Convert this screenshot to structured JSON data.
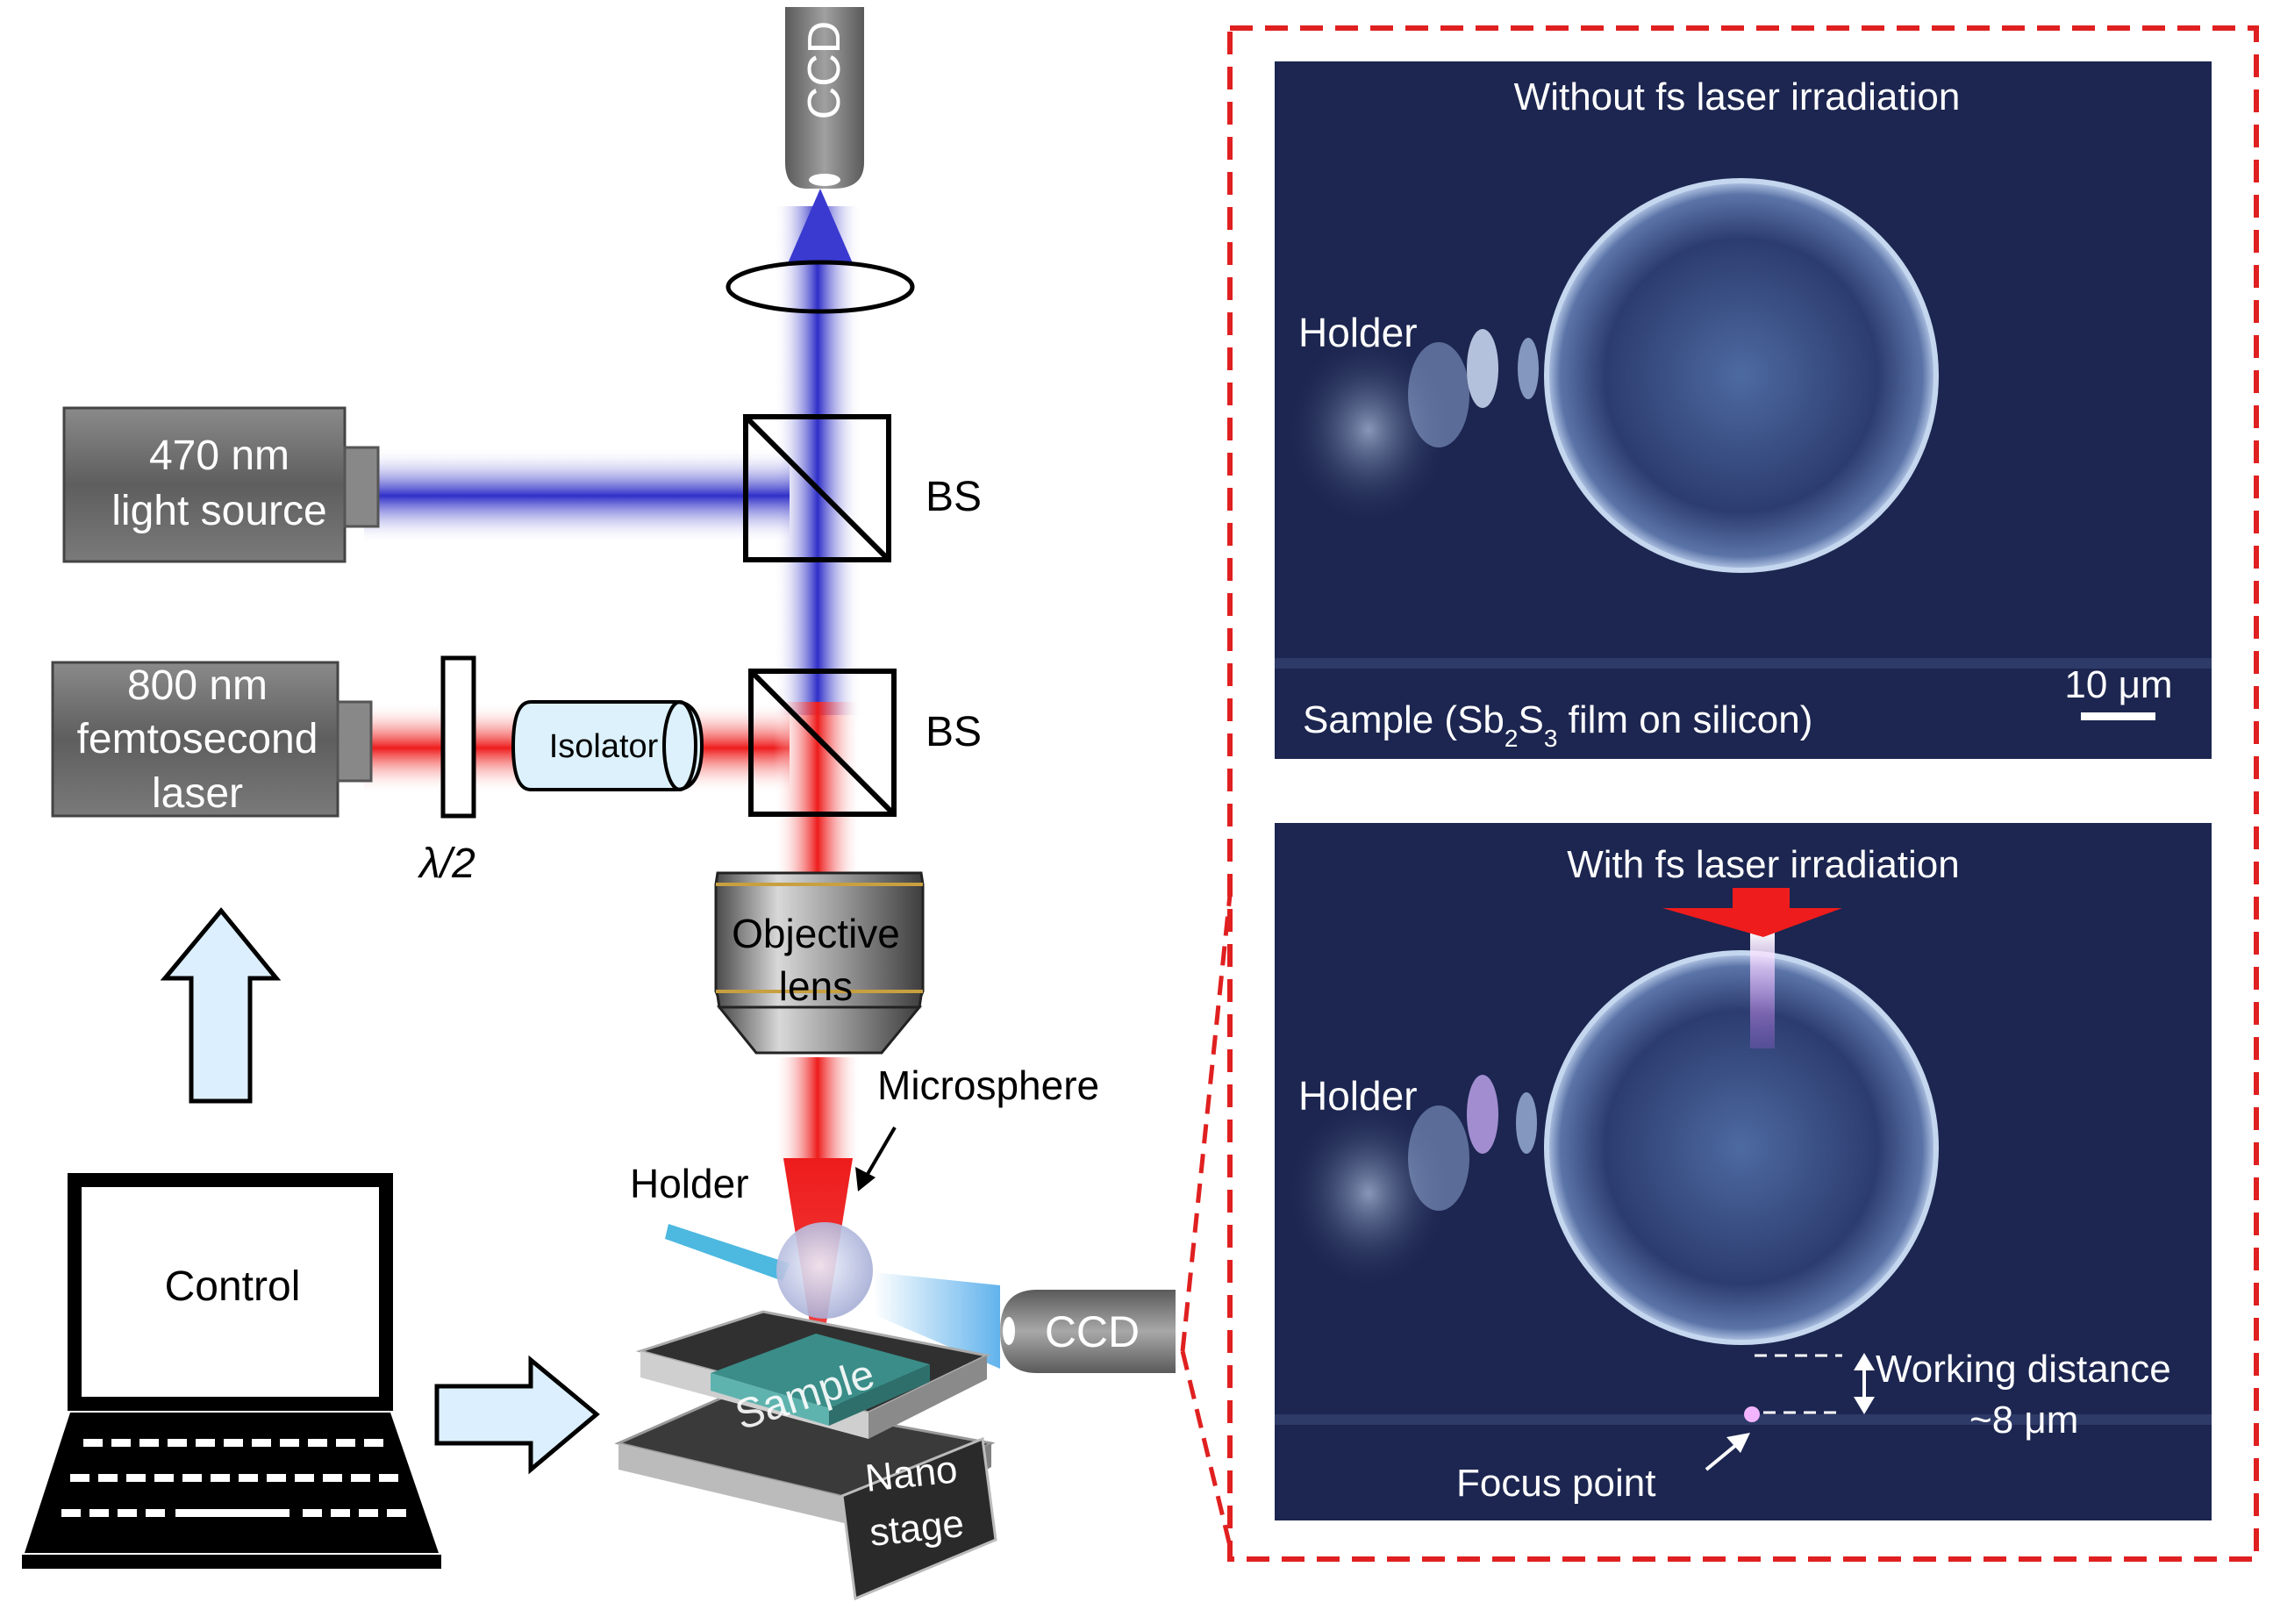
{
  "setup": {
    "ccd_top": "CCD",
    "source_470_line1": "470 nm",
    "source_470_line2": "light source",
    "laser_line1": "800 nm",
    "laser_line2": "femtosecond",
    "laser_line3": "laser",
    "half_wave": "λ/2",
    "isolator": "Isolator",
    "bs_top": "BS",
    "bs_bottom": "BS",
    "objective_line1": "Objective",
    "objective_line2": "lens",
    "microsphere": "Microsphere",
    "holder": "Holder",
    "control": "Control",
    "ccd_side": "CCD",
    "sample": "Sample",
    "nano_line1": "Nano",
    "nano_line2": "stage"
  },
  "panels": {
    "top_title": "Without fs laser irradiation",
    "top_holder": "Holder",
    "top_sample_pre": "Sample (Sb",
    "top_sample_sub1": "2",
    "top_sample_mid": "S",
    "top_sample_sub2": "3",
    "top_sample_post": " film on silicon)",
    "scale_bar": "10 μm",
    "bottom_title": "With fs laser irradiation",
    "bottom_holder": "Holder",
    "working_distance_line1": "Working distance",
    "working_distance_line2": "~8 μm",
    "focus_point": "Focus point"
  },
  "colors": {
    "blue_beam": "#3232c8",
    "red_beam": "#ee1c1c",
    "panel_bg": "#1c2650",
    "dash_border": "#e02020",
    "arrow_fill": "#dcefff",
    "device_gray": "#6e6e6e"
  }
}
